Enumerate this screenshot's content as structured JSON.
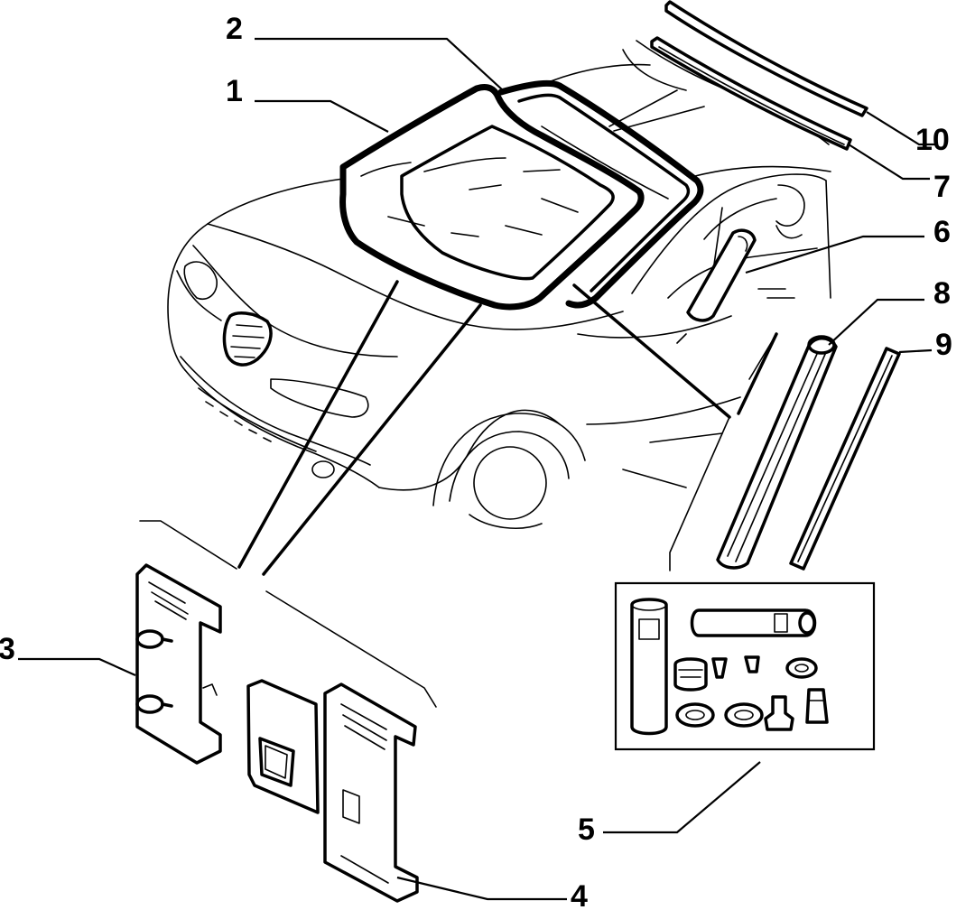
{
  "diagram": {
    "callouts": [
      {
        "id": "1",
        "label": "1"
      },
      {
        "id": "2",
        "label": "2"
      },
      {
        "id": "3",
        "label": "3"
      },
      {
        "id": "4",
        "label": "4"
      },
      {
        "id": "5",
        "label": "5"
      },
      {
        "id": "6",
        "label": "6"
      },
      {
        "id": "7",
        "label": "7"
      },
      {
        "id": "8",
        "label": "8"
      },
      {
        "id": "9",
        "label": "9"
      },
      {
        "id": "10",
        "label": "10"
      }
    ],
    "parts": [
      {
        "id": "1",
        "icon": "windscreen-glass-icon"
      },
      {
        "id": "2",
        "icon": "windscreen-seal-icon"
      },
      {
        "id": "3",
        "icon": "mounting-clip-icon"
      },
      {
        "id": "4",
        "icon": "mounting-bracket-icon"
      },
      {
        "id": "5",
        "icon": "bonding-kit-icon"
      },
      {
        "id": "6",
        "icon": "pillar-trim-icon"
      },
      {
        "id": "7",
        "icon": "roof-strip-icon"
      },
      {
        "id": "8",
        "icon": "side-seal-icon"
      },
      {
        "id": "9",
        "icon": "side-moulding-icon"
      },
      {
        "id": "10",
        "icon": "roof-moulding-icon"
      }
    ]
  }
}
